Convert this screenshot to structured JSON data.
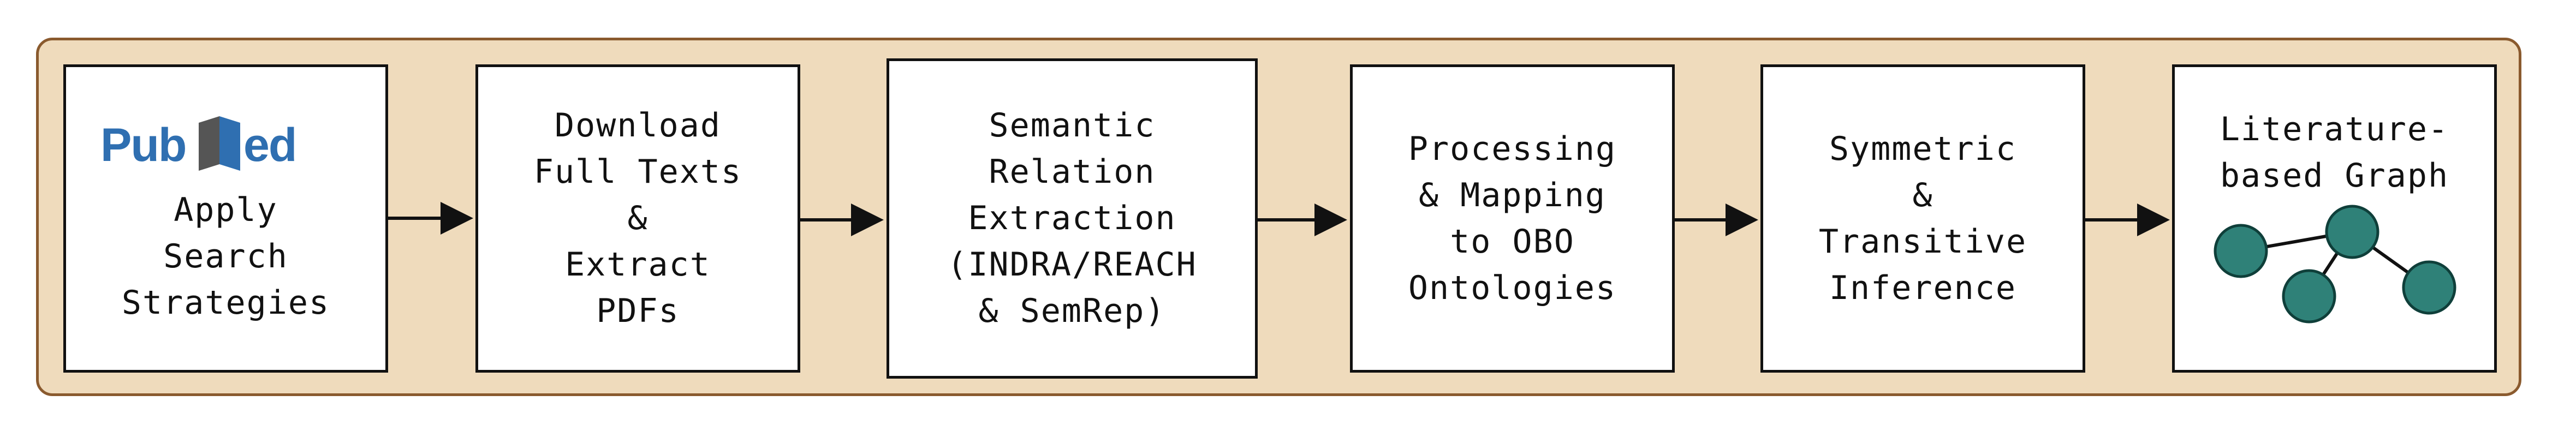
{
  "steps": [
    {
      "id": "apply-search",
      "logo_text": "PubMed",
      "lines": [
        "Apply",
        "Search",
        "Strategies"
      ]
    },
    {
      "id": "download",
      "lines": [
        "Download",
        "Full Texts",
        "&",
        "Extract",
        "PDFs"
      ]
    },
    {
      "id": "semantic",
      "lines": [
        "Semantic",
        "Relation",
        "Extraction",
        "(INDRA/REACH",
        "& SemRep)"
      ]
    },
    {
      "id": "processing",
      "lines": [
        "Processing",
        "& Mapping",
        "to OBO",
        "Ontologies"
      ]
    },
    {
      "id": "symmetric",
      "lines": [
        "Symmetric",
        "&",
        "Transitive",
        "Inference"
      ]
    },
    {
      "id": "graph",
      "lines": [
        "Literature-",
        "based Graph"
      ]
    }
  ],
  "colors": {
    "panel_fill": "#efdbbc",
    "panel_border": "#8a5a2e",
    "node_fill": "#2f8178",
    "node_stroke": "#0f3f3a",
    "pubmed_blue": "#2f6fb1",
    "pubmed_gray": "#666666"
  },
  "icons": [
    "pubmed-logo",
    "literature-graph-icon"
  ]
}
